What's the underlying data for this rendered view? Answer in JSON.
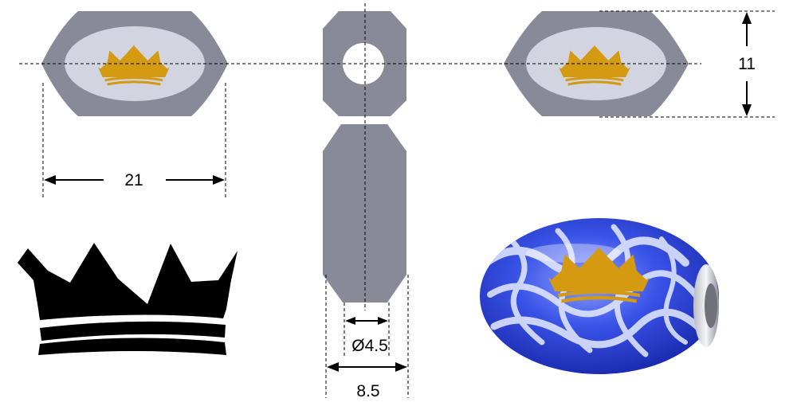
{
  "dimensions": {
    "length": "21",
    "height": "11",
    "hole_diameter": "Ø4.5",
    "width": "8.5"
  },
  "colors": {
    "bead_body": "#888b97",
    "bead_face": "#d2d5df",
    "crown_gold": "#d39a12",
    "crown_black": "#000000",
    "glass_blue": "#2b3fd4",
    "background": "#ffffff"
  },
  "icons": {
    "crown_large": "crown-icon",
    "crown_small": "crown-icon",
    "bead_photo": "glass-bead-photo"
  }
}
